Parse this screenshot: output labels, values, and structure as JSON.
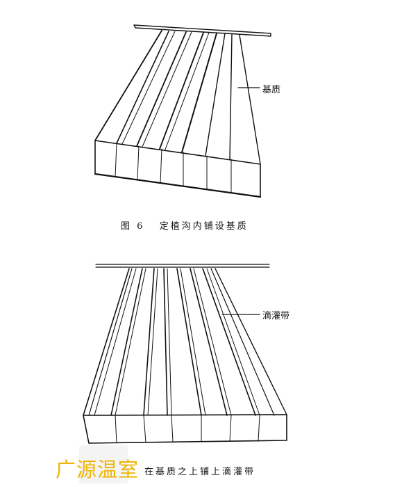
{
  "figure6": {
    "label_substrate": "基质",
    "caption": "图 6   定植沟内铺设基质"
  },
  "figure7": {
    "label_drip_tape": "滴灌带",
    "caption": "在基质之上铺上滴灌带"
  },
  "watermark": {
    "text": "广源温室",
    "color": "#f0b400"
  }
}
